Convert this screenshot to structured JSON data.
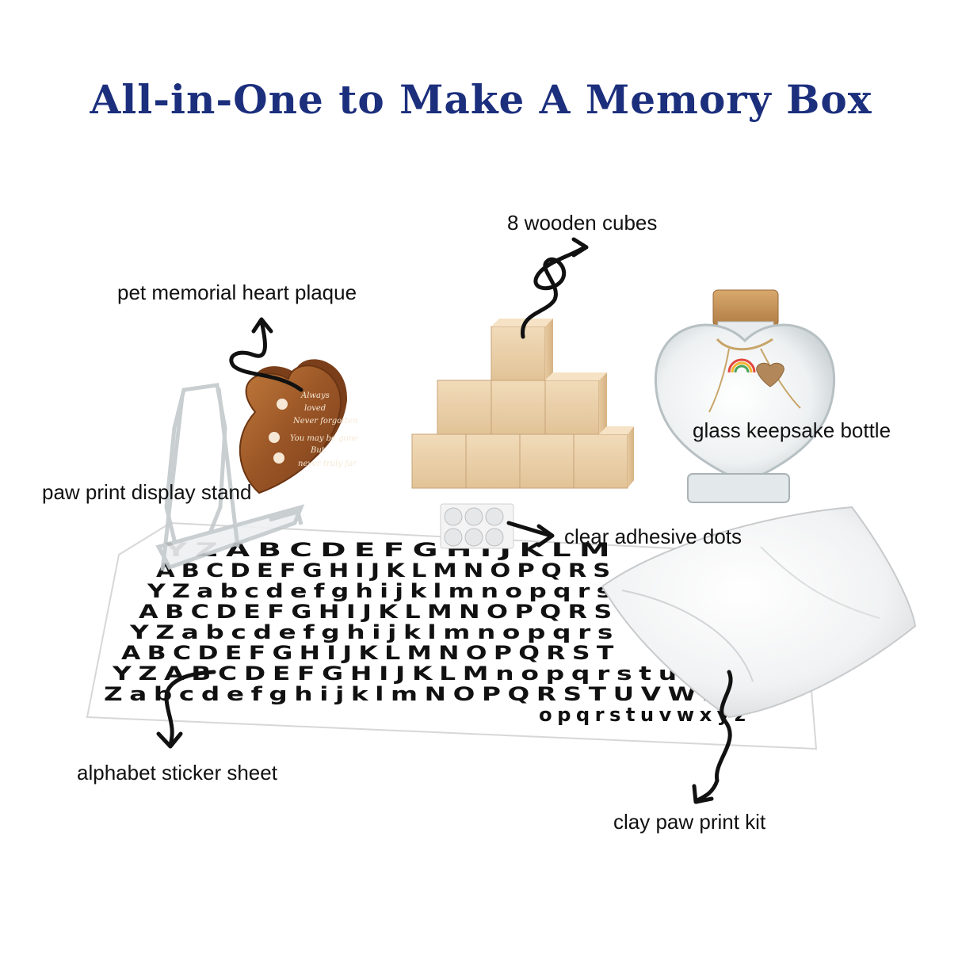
{
  "title": "All-in-One to Make A Memory Box",
  "colors": {
    "title": "#1c2f7d",
    "wood_light": "#ecd3b0",
    "wood_dark": "#9a5a2a",
    "sticker": "#111111"
  },
  "labels": {
    "cubes": "8 wooden cubes",
    "plaque": "pet memorial heart plaque",
    "bottle": "glass keepsake bottle",
    "stand": "paw print display stand",
    "dots": "clear adhesive dots",
    "sheet": "alphabet sticker sheet",
    "clay": "clay paw print kit"
  },
  "plaque_text": [
    "Always",
    "loved",
    "Never forgotten",
    "You may be gone",
    "But",
    "never truly far"
  ],
  "sticker_rows": [
    "Y Z A B C D E F G H I J K L M",
    "A B C D E F G H I J K L M  N O P Q R S",
    "Y Z a b c d e f g h i j k l m  n o p q r s",
    "A B C D E F G H I J K L M  N O P Q R S",
    "Y Z a b c d e f g h i j k l m  n o p q r s",
    "A B C D E F G H I J K L M  N O P Q R S T",
    "Y Z A B C D E F G H I J K L M  n o p q r s t u v w",
    "Z a b c d e f g h i j k l m  N O P Q R S T U V W X",
    "o p q r s t u v w x y z"
  ]
}
